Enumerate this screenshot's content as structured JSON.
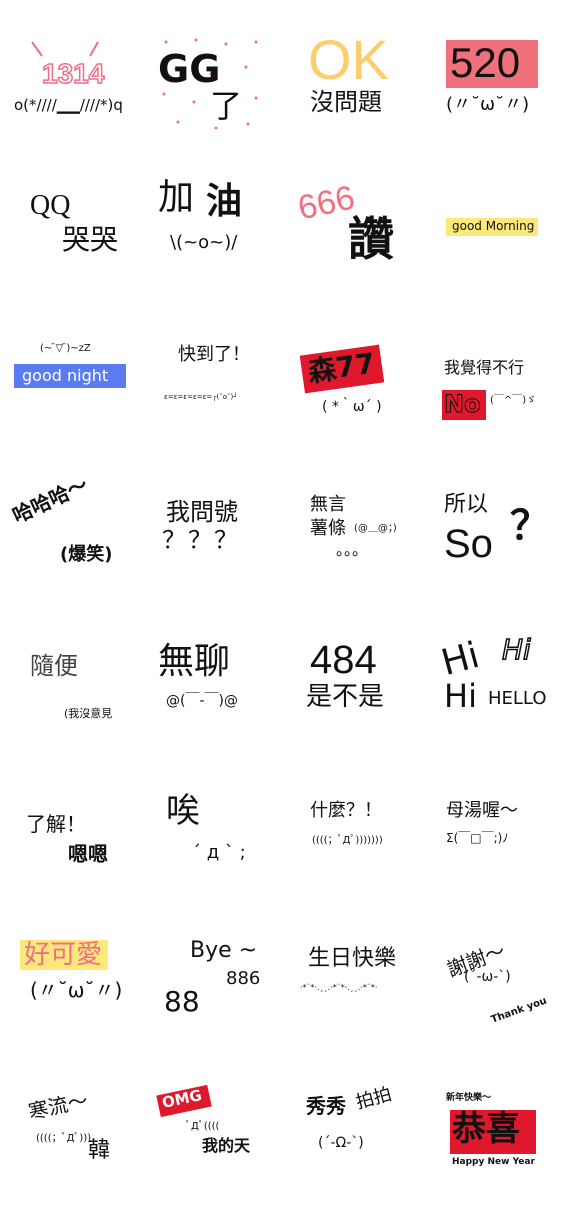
{
  "colors": {
    "pink": "#f26d8a",
    "yellow": "#fde97a",
    "salmon": "#f0707c",
    "blue": "#5b7cf0",
    "red": "#e0182c",
    "ok_yellow": "#fccd6b",
    "black": "#111111"
  },
  "stickers": {
    "s1": {
      "main": "1314",
      "face": "o(*////▁▁////*)q"
    },
    "s2": {
      "main": "GG",
      "sub": "了"
    },
    "s3": {
      "main": "OK",
      "sub": "沒問題"
    },
    "s4": {
      "main": "520",
      "face": "(〃˘ω˘〃)"
    },
    "s5": {
      "main": "QQ",
      "sub": "哭哭"
    },
    "s6": {
      "main": "加",
      "main2": "油",
      "face": "\\(~o~)/"
    },
    "s7": {
      "main": "666",
      "sub": "讚"
    },
    "s8": {
      "main": "good Morning"
    },
    "s9": {
      "face": "(~ ̄▽ ̄)~zZ",
      "main": "good night"
    },
    "s10": {
      "main": "快到了！",
      "face": "ε=ε=ε=ε=ε=┌(˘o˘)┘"
    },
    "s11": {
      "main": "森77",
      "face": "( *｀ω´ )"
    },
    "s12": {
      "main": "我覺得不行",
      "sub": "No",
      "face": "(￣^￣)ゞ"
    },
    "s13": {
      "main": "哈哈哈～",
      "sub": "(爆笑)"
    },
    "s14": {
      "main": "我問號",
      "sub": "？？？"
    },
    "s15": {
      "main": "無言",
      "main2": "薯條",
      "face": "(@＿@；)",
      "dots": "。。。"
    },
    "s16": {
      "main": "所以",
      "sub": "So",
      "q": "？"
    },
    "s17": {
      "main": "隨便",
      "sub": "(我沒意見"
    },
    "s18": {
      "main": "無聊",
      "face": "@(￣-￣)@"
    },
    "s19": {
      "main": "484",
      "sub": "是不是"
    },
    "s20": {
      "main": "Hi",
      "main2": "Hi",
      "sub": "Hi",
      "sub2": "HELLO"
    },
    "s21": {
      "main": "了解！",
      "sub": "嗯嗯"
    },
    "s22": {
      "main": "唉",
      "face": "´ д ` ;"
    },
    "s23": {
      "main": "什麼？！",
      "face": "((((；ﾟДﾟ)))))))"
    },
    "s24": {
      "main": "母湯喔～",
      "face": "Σ(￣□￣;)ﾉ"
    },
    "s25": {
      "main": "好可愛",
      "face": "(〃˘ω˘〃)"
    },
    "s26": {
      "main": "Bye ~",
      "sub": "886",
      "sub2": "88"
    },
    "s27": {
      "main": "生日快樂",
      "face": "·*¨*·.¸¸.·*¨*·.¸¸.·*¨*·"
    },
    "s28": {
      "main": "謝謝～",
      "face": "(´-ω-`)",
      "sub": "Thank you"
    },
    "s29": {
      "main": "寒流～",
      "face": "((((；ﾟДﾟ)))",
      "sub": "韓"
    },
    "s30": {
      "main": "OMG",
      "face": "ﾟДﾟ((((",
      "sub": "我的天"
    },
    "s31": {
      "main": "秀秀",
      "main2": "拍拍",
      "face": "(´-Ω-`)"
    },
    "s32": {
      "main": "新年快樂～",
      "sub": "恭喜",
      "sub2": "Happy New Year"
    }
  }
}
